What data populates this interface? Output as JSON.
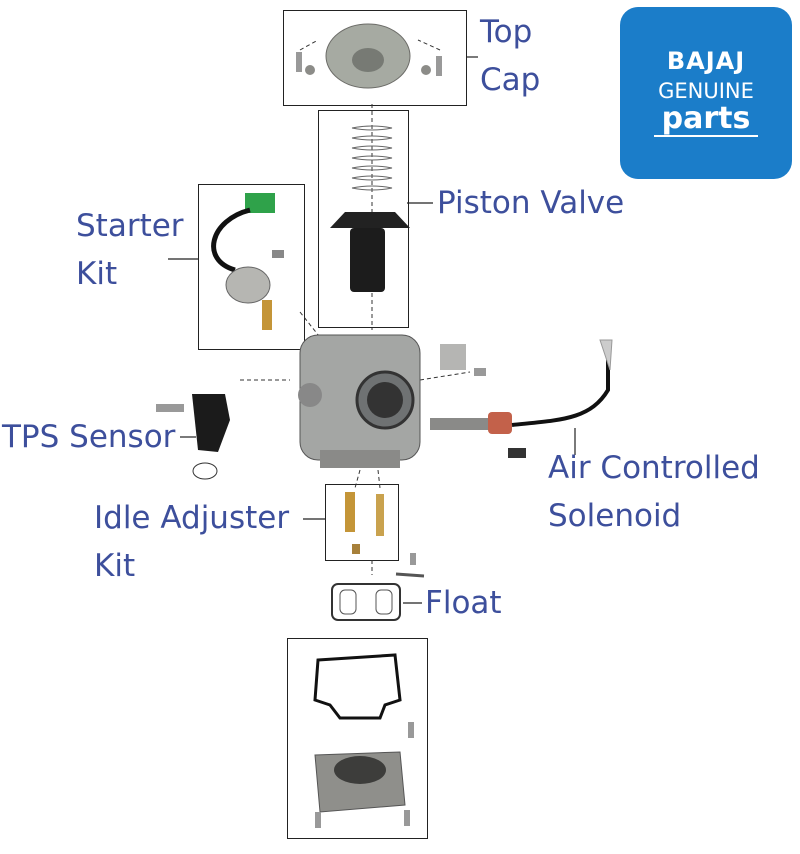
{
  "labels": {
    "top_cap": "Top\nCap",
    "piston_valve": "Piston Valve",
    "starter_kit": "Starter\nKit",
    "tps_sensor": "TPS Sensor",
    "air_solenoid": "Air Controlled\nSolenoid",
    "idle_adjuster": "Idle Adjuster\nKit",
    "float": "Float"
  },
  "logo": {
    "brand": "BAJAJ",
    "line2": "GENUINE",
    "line3": "parts",
    "background": "#1b7dc9"
  },
  "colors": {
    "label": "#3d4f9c",
    "metal": "#9a9a96",
    "dark": "#222222"
  }
}
